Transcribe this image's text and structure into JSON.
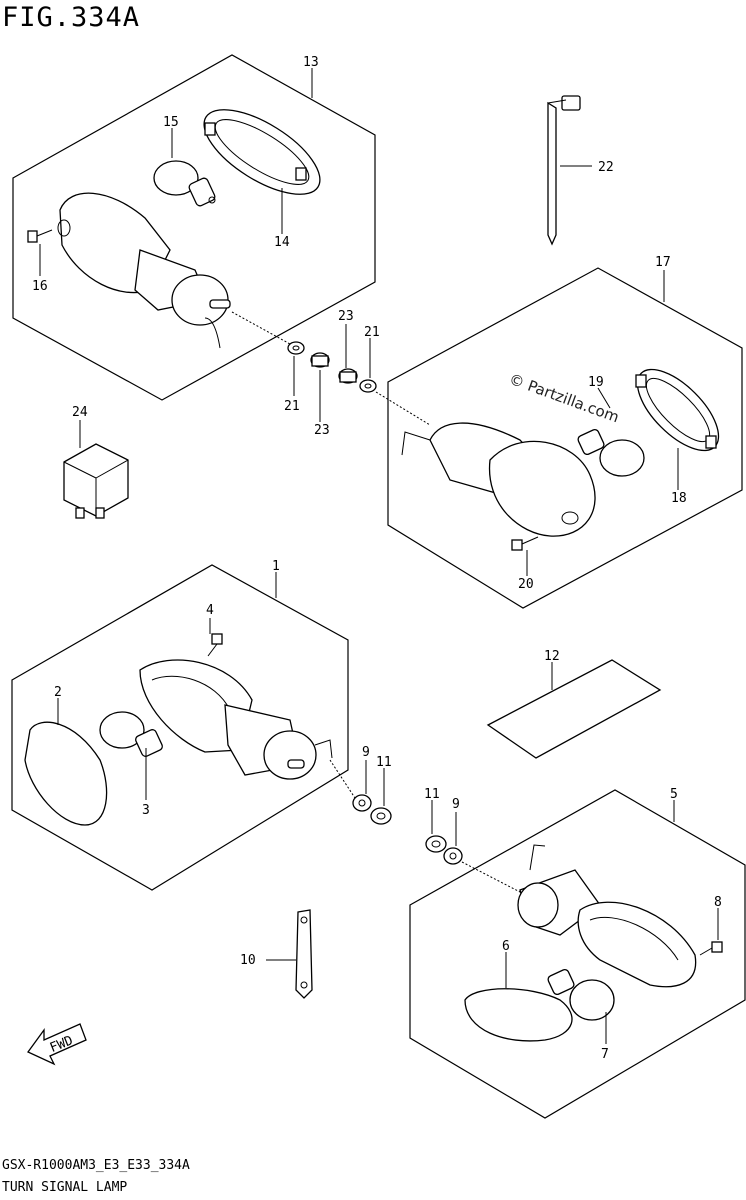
{
  "figure": {
    "title": "FIG.334A",
    "footer_line1": "GSX-R1000AM3_E3_E33_334A",
    "footer_line2": "TURN SIGNAL LAMP",
    "watermark": "© Partzilla.com",
    "fwd_label": "FWD"
  },
  "callouts": {
    "c1": "1",
    "c2": "2",
    "c3": "3",
    "c4": "4",
    "c5": "5",
    "c6": "6",
    "c7": "7",
    "c8": "8",
    "c9a": "9",
    "c9b": "9",
    "c10": "10",
    "c11a": "11",
    "c11b": "11",
    "c12": "12",
    "c13": "13",
    "c14": "14",
    "c15": "15",
    "c16": "16",
    "c17": "17",
    "c18": "18",
    "c19": "19",
    "c20": "20",
    "c21a": "21",
    "c21b": "21",
    "c22": "22",
    "c23a": "23",
    "c23b": "23",
    "c24": "24"
  }
}
